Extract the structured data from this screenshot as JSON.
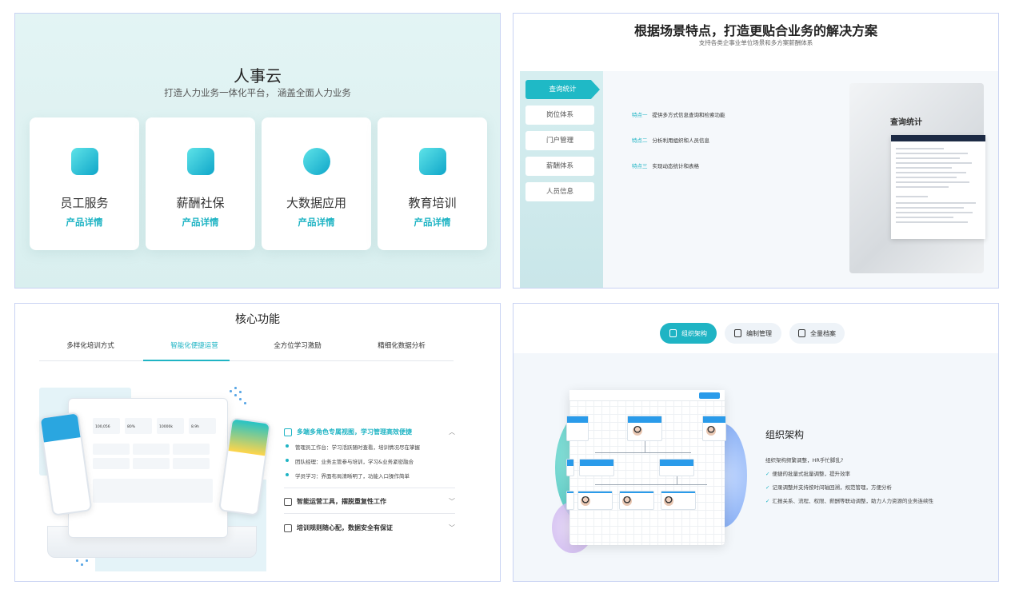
{
  "panel1": {
    "title": "人事云",
    "subtitle": "打造人力业务一体化平台， 涵盖全面人力业务",
    "cards": [
      {
        "name": "员工服务",
        "link": "产品详情",
        "icon": "employee-service-icon"
      },
      {
        "name": "薪酬社保",
        "link": "产品详情",
        "icon": "salary-card-icon"
      },
      {
        "name": "大数据应用",
        "link": "产品详情",
        "icon": "pie-chart-icon"
      },
      {
        "name": "教育培训",
        "link": "产品详情",
        "icon": "monitor-icon"
      }
    ]
  },
  "panel2": {
    "title": "根据场景特点，打造更贴合业务的解决方案",
    "subtitle": "支持各类企事业单位场景和多方案薪酬体系",
    "tabs": [
      "查询统计",
      "岗位体系",
      "门户管理",
      "薪酬体系",
      "人员信息"
    ],
    "features": [
      {
        "key": "特点一",
        "text": "提供多方式信息查询和检索功能"
      },
      {
        "key": "特点二",
        "text": "分析利用组织和人员信息"
      },
      {
        "key": "特点三",
        "text": "实现动态统计和表格"
      }
    ],
    "screenshot_title": "查询统计"
  },
  "panel3": {
    "title": "核心功能",
    "tabs": [
      "多样化培训方式",
      "智能化便捷运营",
      "全方位学习激励",
      "精细化数据分析"
    ],
    "accordion": [
      {
        "title": "多端多角色专属视图，学习管理高效便捷",
        "items": [
          "管理员工作台：学习活跃随时查看，培训情况尽在掌握",
          "团队经理：业务主管参与培训，学习&业务紧密融合",
          "学员学习：界面布局清晰明了，功能入口操作简单"
        ]
      },
      {
        "title": "智能运营工具，摆脱重复性工作",
        "items": []
      },
      {
        "title": "培训规则随心配，数据安全有保证",
        "items": []
      }
    ],
    "laptop_stats": [
      "100,056",
      "80%",
      "10000k",
      "8.9h"
    ]
  },
  "panel4": {
    "pills": [
      "组织架构",
      "编制管理",
      "全量档案"
    ],
    "section_title": "组织架构",
    "description": "组织架构频繁调整，HR手忙脚乱?",
    "checks": [
      "便捷的批量式批量调整，提升效率",
      "记录调整并支持按时间轴回溯，规范管理，方便分析",
      "汇报关系、流程、权限、薪酬等联动调整，助力人力资源的业务连续性"
    ]
  }
}
